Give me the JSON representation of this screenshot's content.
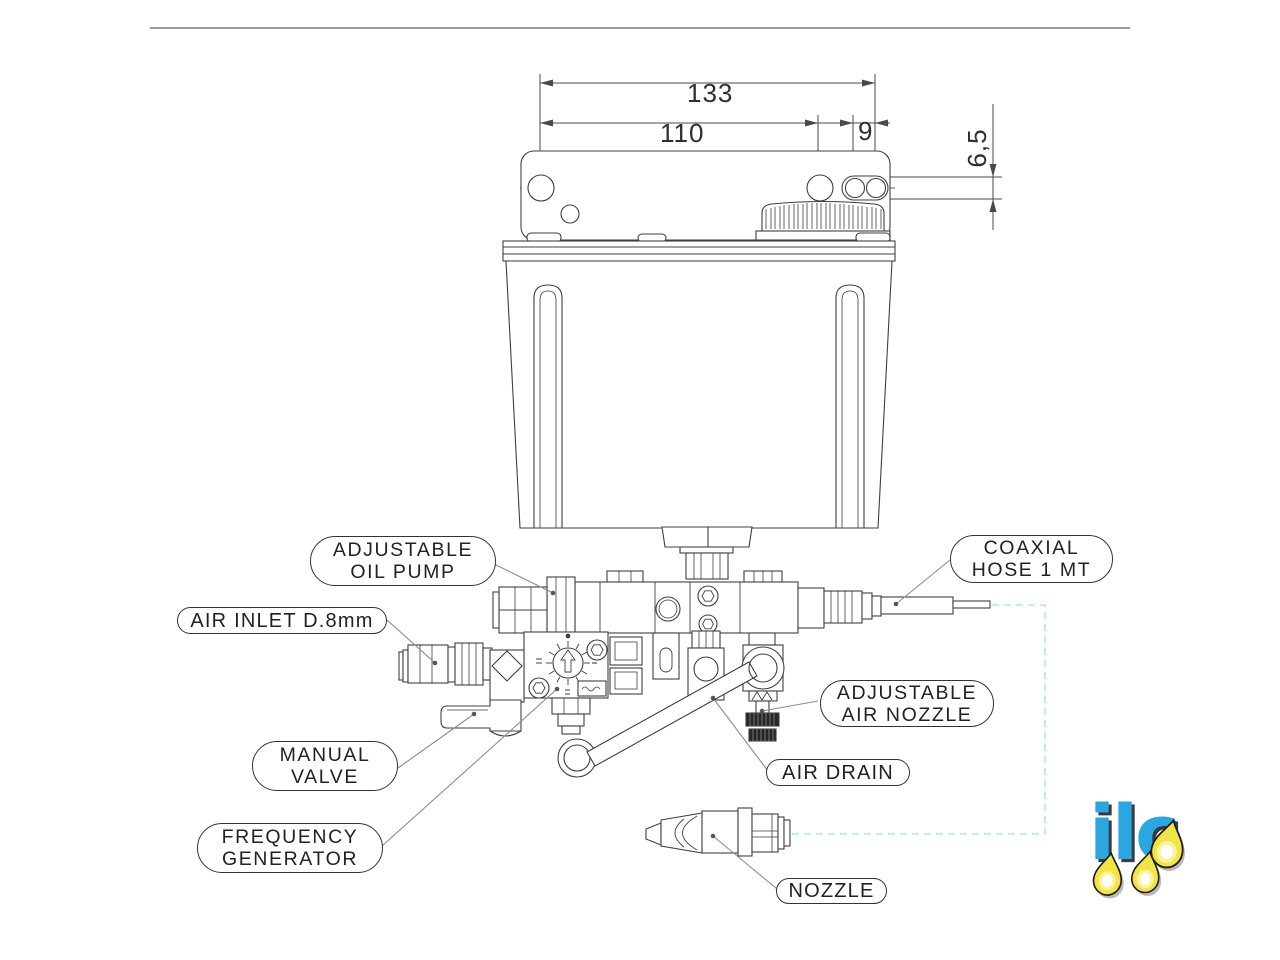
{
  "callouts": {
    "oil_pump": {
      "line1": "ADJUSTABLE",
      "line2": "OIL PUMP"
    },
    "air_inlet": {
      "line1": "AIR INLET D.8mm"
    },
    "manual_valve": {
      "line1": "MANUAL",
      "line2": "VALVE"
    },
    "frequency_generator": {
      "line1": "FREQUENCY",
      "line2": "GENERATOR"
    },
    "coaxial_hose": {
      "line1": "COAXIAL",
      "line2": "HOSE 1 MT"
    },
    "air_nozzle": {
      "line1": "ADJUSTABLE",
      "line2": "AIR NOZZLE"
    },
    "air_drain": {
      "line1": "AIR DRAIN"
    },
    "nozzle": {
      "line1": "NOZZLE"
    }
  },
  "dimensions": {
    "overall_width": "133",
    "hole_spacing": "110",
    "slot_offset": "9",
    "slot_height": "6,5"
  },
  "logo": {
    "text": "ilc",
    "blue": "#2BA7E0",
    "yellow": "#F2E443",
    "outline": "#1c1c1c"
  },
  "colors": {
    "hose_guide": "#a9e8f2"
  }
}
